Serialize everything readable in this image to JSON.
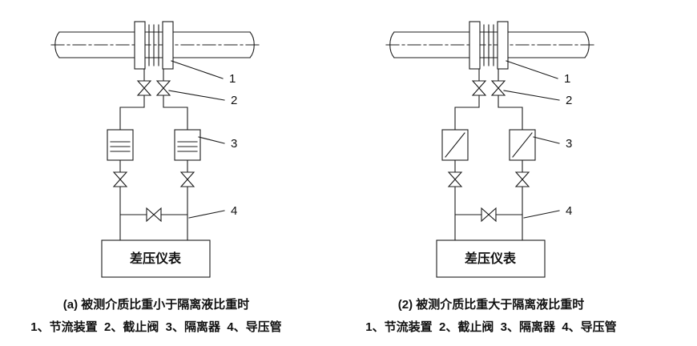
{
  "figure": {
    "background": "#ffffff",
    "line_color": "#1c1c1c"
  },
  "labels": {
    "part1": "1",
    "part2": "2",
    "part3": "3",
    "part4": "4",
    "instrument": "差压仪表"
  },
  "diagrams": [
    {
      "caption": "(a) 被测介质比重小于隔离液比重时",
      "legend": "1、节流装置  2、截止阀  3、隔离器  4、导压管",
      "isolator_style": "horizontal-liquid-lines"
    },
    {
      "caption": "(2) 被测介质比重大于隔离液比重时",
      "legend": "1、节流装置  2、截止阀  3、隔离器  4、导压管",
      "isolator_style": "diagonal-interface-line"
    }
  ]
}
